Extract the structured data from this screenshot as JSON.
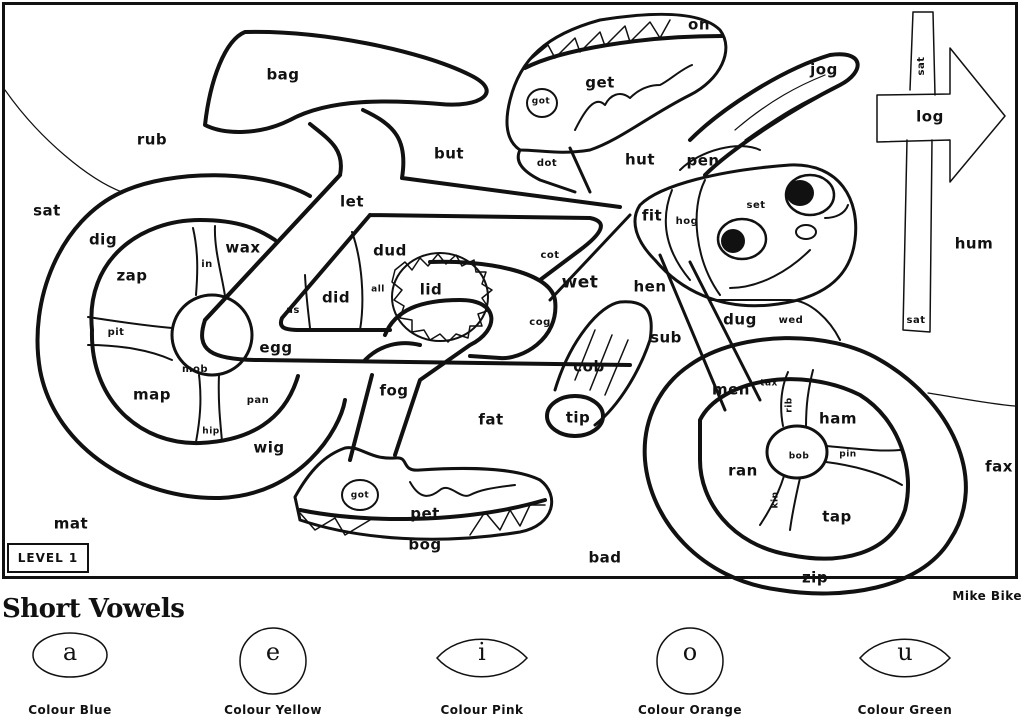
{
  "worksheet": {
    "level": "LEVEL 1",
    "title": "Short Vowels",
    "credit": "Mike Bike"
  },
  "words": {
    "bag": "bag",
    "rub": "rub",
    "sat_left": "sat",
    "dig": "dig",
    "zap": "zap",
    "in": "in",
    "wax": "wax",
    "pit": "pit",
    "mob": "mob",
    "map": "map",
    "pan": "pan",
    "hip": "hip",
    "wig": "wig",
    "egg": "egg",
    "as": "as",
    "did": "did",
    "all": "all",
    "dud": "dud",
    "let": "let",
    "but": "but",
    "lid": "lid",
    "cot": "cot",
    "wet": "wet",
    "cog": "cog",
    "fog": "fog",
    "fat": "fat",
    "got_top": "got",
    "get": "get",
    "dot": "dot",
    "on": "on",
    "hut": "hut",
    "pen": "pen",
    "jog": "jog",
    "fit": "fit",
    "hog": "hog",
    "set": "set",
    "hen": "hen",
    "dug": "dug",
    "wed": "wed",
    "sub": "sub",
    "cob": "cob",
    "tip": "tip",
    "men": "men",
    "tax": "tax",
    "rib": "rib",
    "ham": "ham",
    "bob": "bob",
    "pin": "pin",
    "ran": "ran",
    "kin": "kin",
    "tap": "tap",
    "zip": "zip",
    "got_bottom": "got",
    "pet": "pet",
    "bog": "bog",
    "bad": "bad",
    "mat": "mat",
    "sat_sign_top": "sat",
    "log": "log",
    "sat_sign_bottom": "sat",
    "hum": "hum",
    "fax": "fax"
  },
  "key": [
    {
      "vowel": "a",
      "label": "Colour Blue",
      "shape": "ellipse",
      "color": "#2f6fd6"
    },
    {
      "vowel": "e",
      "label": "Colour Yellow",
      "shape": "circle",
      "color": "#f2d31b"
    },
    {
      "vowel": "i",
      "label": "Colour Pink",
      "shape": "lens",
      "color": "#f28cc0"
    },
    {
      "vowel": "o",
      "label": "Colour Orange",
      "shape": "circle",
      "color": "#f28a1b"
    },
    {
      "vowel": "u",
      "label": "Colour Green",
      "shape": "lens",
      "color": "#3aa845"
    }
  ]
}
